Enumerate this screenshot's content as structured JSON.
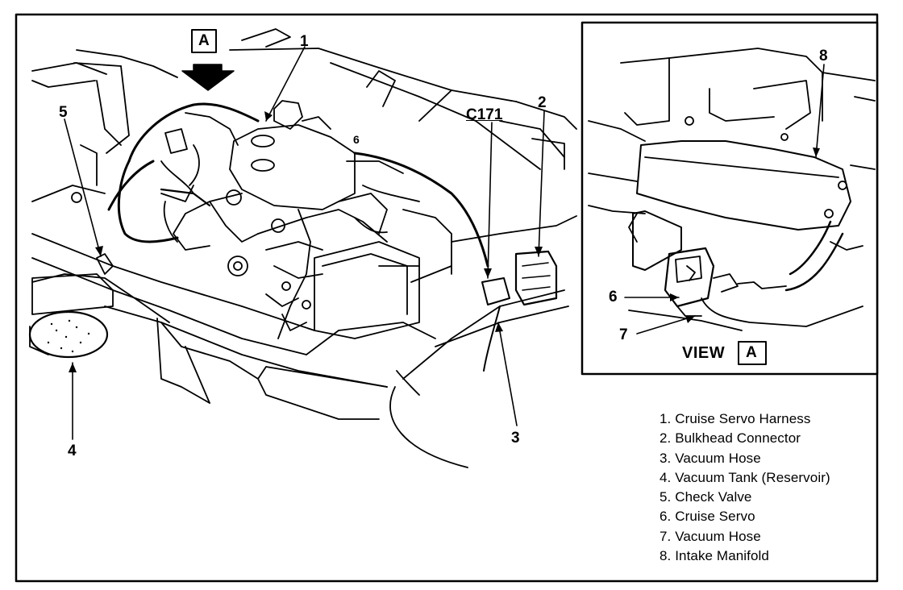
{
  "callouts": {
    "n1": "1",
    "n2": "2",
    "n3": "3",
    "n4": "4",
    "n5": "5",
    "n6_main": "6",
    "n6_view": "6",
    "n7": "7",
    "n8": "8"
  },
  "labels": {
    "view_marker": "A",
    "view_title": "VIEW",
    "view_box": "A",
    "connector": "C171"
  },
  "legend": [
    "1. Cruise Servo Harness",
    "2. Bulkhead Connector",
    "3. Vacuum Hose",
    "4. Vacuum Tank (Reservoir)",
    "5. Check Valve",
    "6. Cruise Servo",
    "7. Vacuum Hose",
    "8. Intake Manifold"
  ]
}
